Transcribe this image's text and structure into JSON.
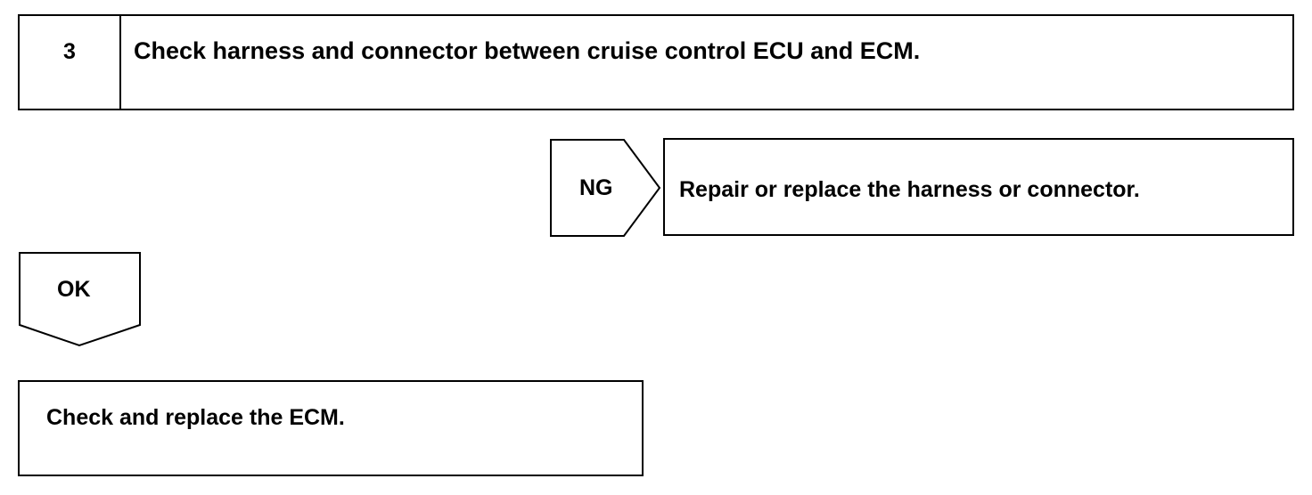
{
  "step": {
    "number": "3",
    "title": "Check harness and connector between cruise control ECU and ECM."
  },
  "ng_branch": {
    "label": "NG",
    "result": "Repair or replace the harness or connector."
  },
  "ok_branch": {
    "label": "OK",
    "result": "Check and replace the ECM."
  }
}
